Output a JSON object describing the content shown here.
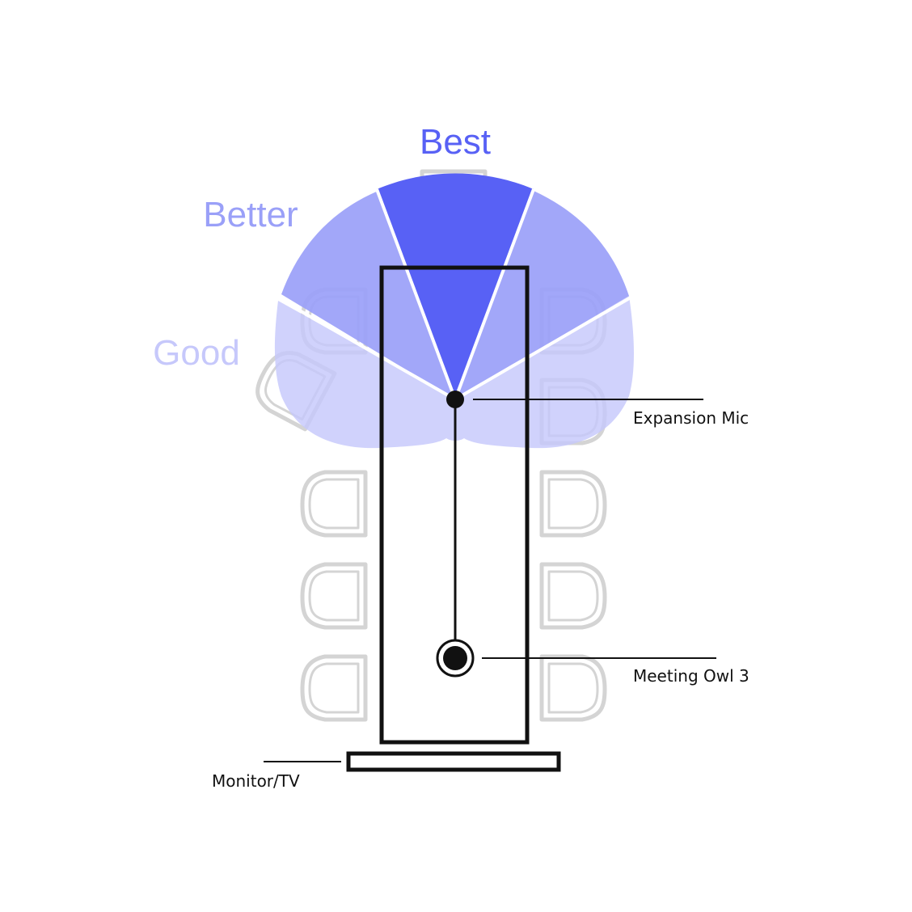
{
  "zones": {
    "best": {
      "label": "Best",
      "color": "#5861f5"
    },
    "better": {
      "label": "Better",
      "color": "#9aa0f8"
    },
    "good": {
      "label": "Good",
      "color": "#c6c8fb"
    }
  },
  "labels": {
    "expansion_mic": "Expansion Mic",
    "meeting_owl": "Meeting Owl 3",
    "monitor": "Monitor/TV"
  },
  "colors": {
    "outline": "#111111",
    "chair": "#d4d4d4"
  }
}
